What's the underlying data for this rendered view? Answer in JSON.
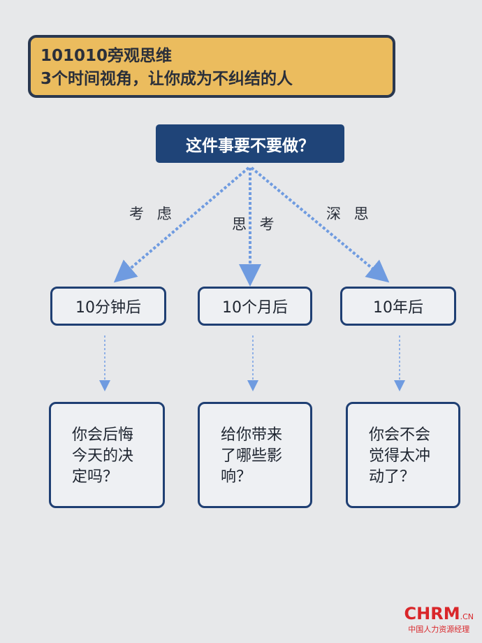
{
  "title": {
    "line1": "101010旁观思维",
    "line2": "3个时间视角，让你成为不纠结的人"
  },
  "question": "这件事要不要做？",
  "labels": [
    "考 虑",
    "思 考",
    "深 思"
  ],
  "timeframes": [
    "10分钟后",
    "10个月后",
    "10年后"
  ],
  "questions": [
    "你会后悔\n今天的决\n定吗？",
    "给你带来\n了哪些影\n响？",
    "你会不会\n觉得太冲\n动了？"
  ],
  "logo": {
    "brand": "CHRM",
    "suffix": ".CN",
    "tagline": "中国人力资源经理"
  },
  "colors": {
    "navy": "#1f4478",
    "yellow": "#ebbc5e",
    "arrow": "#6f9be0"
  }
}
